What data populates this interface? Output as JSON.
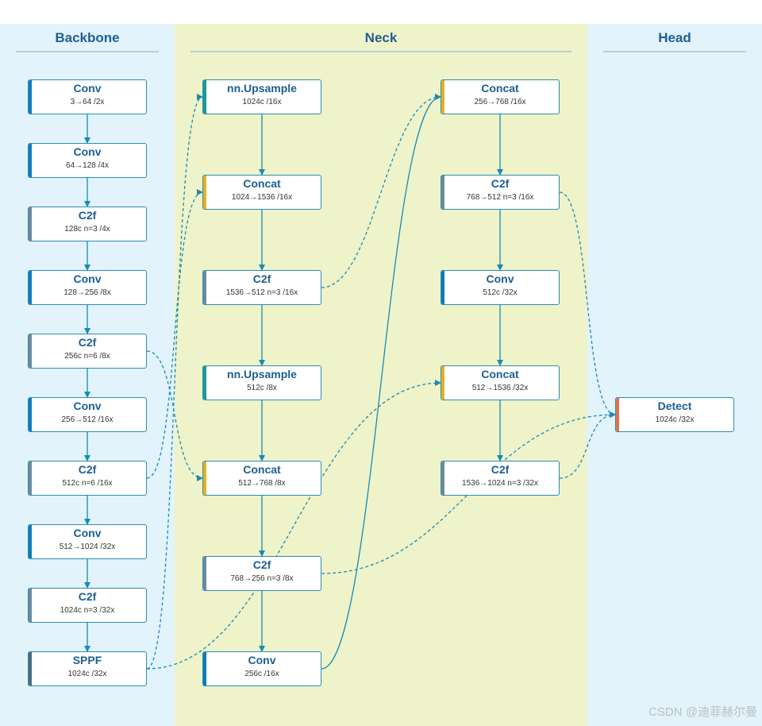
{
  "sections": {
    "backbone": "Backbone",
    "neck": "Neck",
    "head": "Head"
  },
  "colors": {
    "conv": "#0b7dbc",
    "c2f": "#70899a",
    "sppf": "#4f6b7a",
    "upsample": "#1a9b93",
    "concat": "#e6b024",
    "detect": "#e8704a",
    "edge": "#1a8ab5"
  },
  "nodes": [
    {
      "id": "b0",
      "type": "conv",
      "title": "Conv",
      "sub": "3→64 /2x"
    },
    {
      "id": "b1",
      "type": "conv",
      "title": "Conv",
      "sub": "64→128 /4x"
    },
    {
      "id": "b2",
      "type": "c2f",
      "title": "C2f",
      "sub": "128c n=3 /4x"
    },
    {
      "id": "b3",
      "type": "conv",
      "title": "Conv",
      "sub": "128→256 /8x"
    },
    {
      "id": "b4",
      "type": "c2f",
      "title": "C2f",
      "sub": "256c n=6 /8x"
    },
    {
      "id": "b5",
      "type": "conv",
      "title": "Conv",
      "sub": "256→512 /16x"
    },
    {
      "id": "b6",
      "type": "c2f",
      "title": "C2f",
      "sub": "512c n=6 /16x"
    },
    {
      "id": "b7",
      "type": "conv",
      "title": "Conv",
      "sub": "512→1024 /32x"
    },
    {
      "id": "b8",
      "type": "c2f",
      "title": "C2f",
      "sub": "1024c n=3 /32x"
    },
    {
      "id": "b9",
      "type": "sppf",
      "title": "SPPF",
      "sub": "1024c /32x"
    },
    {
      "id": "n0",
      "type": "upsample",
      "title": "nn.Upsample",
      "sub": "1024c /16x"
    },
    {
      "id": "n1",
      "type": "concat",
      "title": "Concat",
      "sub": "1024→1536 /16x"
    },
    {
      "id": "n2",
      "type": "c2f",
      "title": "C2f",
      "sub": "1536→512 n=3 /16x"
    },
    {
      "id": "n3",
      "type": "upsample",
      "title": "nn.Upsample",
      "sub": "512c /8x"
    },
    {
      "id": "n4",
      "type": "concat",
      "title": "Concat",
      "sub": "512→768 /8x"
    },
    {
      "id": "n5",
      "type": "c2f",
      "title": "C2f",
      "sub": "768→256 n=3 /8x"
    },
    {
      "id": "n6",
      "type": "conv",
      "title": "Conv",
      "sub": "256c /16x"
    },
    {
      "id": "m0",
      "type": "concat",
      "title": "Concat",
      "sub": "256→768 /16x"
    },
    {
      "id": "m1",
      "type": "c2f",
      "title": "C2f",
      "sub": "768→512 n=3 /16x"
    },
    {
      "id": "m2",
      "type": "conv",
      "title": "Conv",
      "sub": "512c /32x"
    },
    {
      "id": "m3",
      "type": "concat",
      "title": "Concat",
      "sub": "512→1536 /32x"
    },
    {
      "id": "m4",
      "type": "c2f",
      "title": "C2f",
      "sub": "1536→1024 n=3 /32x"
    },
    {
      "id": "d0",
      "type": "detect",
      "title": "Detect",
      "sub": "1024c /32x"
    }
  ],
  "edges": [
    {
      "from": "b0",
      "to": "b1",
      "style": "solid"
    },
    {
      "from": "b1",
      "to": "b2",
      "style": "solid"
    },
    {
      "from": "b2",
      "to": "b3",
      "style": "solid"
    },
    {
      "from": "b3",
      "to": "b4",
      "style": "solid"
    },
    {
      "from": "b4",
      "to": "b5",
      "style": "solid"
    },
    {
      "from": "b5",
      "to": "b6",
      "style": "solid"
    },
    {
      "from": "b6",
      "to": "b7",
      "style": "solid"
    },
    {
      "from": "b7",
      "to": "b8",
      "style": "solid"
    },
    {
      "from": "b8",
      "to": "b9",
      "style": "solid"
    },
    {
      "from": "n0",
      "to": "n1",
      "style": "solid"
    },
    {
      "from": "n1",
      "to": "n2",
      "style": "solid"
    },
    {
      "from": "n2",
      "to": "n3",
      "style": "solid"
    },
    {
      "from": "n3",
      "to": "n4",
      "style": "solid"
    },
    {
      "from": "n4",
      "to": "n5",
      "style": "solid"
    },
    {
      "from": "n5",
      "to": "n6",
      "style": "solid"
    },
    {
      "from": "m0",
      "to": "m1",
      "style": "solid"
    },
    {
      "from": "m1",
      "to": "m2",
      "style": "solid"
    },
    {
      "from": "m2",
      "to": "m3",
      "style": "solid"
    },
    {
      "from": "m3",
      "to": "m4",
      "style": "solid"
    },
    {
      "from": "b9",
      "to": "n0",
      "style": "dashed"
    },
    {
      "from": "b6",
      "to": "n1",
      "style": "dashed"
    },
    {
      "from": "b4",
      "to": "n4",
      "style": "dashed"
    },
    {
      "from": "n2",
      "to": "m0",
      "style": "dashed"
    },
    {
      "from": "b9",
      "to": "m3",
      "style": "dashed"
    },
    {
      "from": "n6",
      "to": "m0",
      "style": "solid"
    },
    {
      "from": "m1",
      "to": "d0",
      "style": "dashed"
    },
    {
      "from": "m4",
      "to": "d0",
      "style": "dashed"
    },
    {
      "from": "n5",
      "to": "d0",
      "style": "dashed"
    }
  ],
  "watermark": "CSDN @迪菲赫尔曼"
}
